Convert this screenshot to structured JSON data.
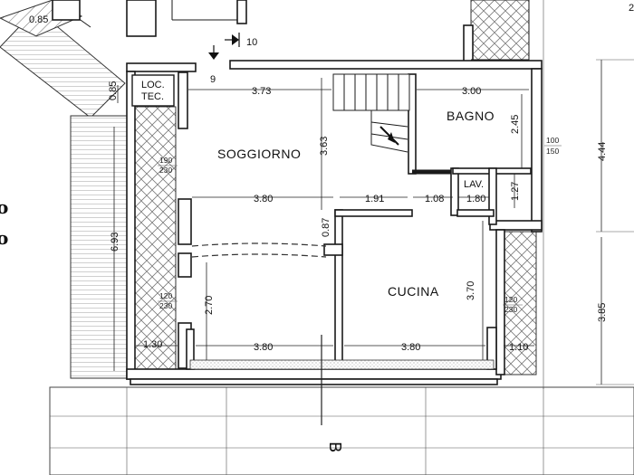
{
  "rooms": {
    "soggiorno": "SOGGIORNO",
    "bagno": "BAGNO",
    "cucina": "CUCINA",
    "lav": "LAV.",
    "loc_tec_1": "LOC.",
    "loc_tec_2": "TEC."
  },
  "markers": {
    "num_9": "9",
    "num_10": "10",
    "section_b": "B",
    "edge_top": "o",
    "edge_bottom": "o"
  },
  "dimensions": {
    "top_left": "0.85",
    "loc_tec_height": "0.85",
    "soggiorno_width": "3.73",
    "bagno_width": "3.00",
    "bagno_height": "2.45",
    "soggiorno_height": "3.63",
    "total_right_upper": "4.44",
    "total_right_lower": "3.85",
    "mid_3_80": "3.80",
    "mid_1_91": "1.91",
    "mid_1_08": "1.08",
    "lav_width": "1.80",
    "lav_height": "1.27",
    "door_0_87": "0.87",
    "left_6_93": "6.93",
    "left_2_70": "2.70",
    "cucina_height": "3.70",
    "bottom_left_1_30": "1.30",
    "bottom_3_80_a": "3.80",
    "bottom_3_80_b": "3.80",
    "bottom_right_1_10": "1.10",
    "top_right_edge": "2"
  },
  "window_notes": {
    "w1_top": "190",
    "w1_bottom": "230",
    "w2_top": "100",
    "w2_bottom": "150",
    "w3_top": "120",
    "w3_bottom": "230",
    "w4_top": "120",
    "w4_bottom": "230"
  }
}
